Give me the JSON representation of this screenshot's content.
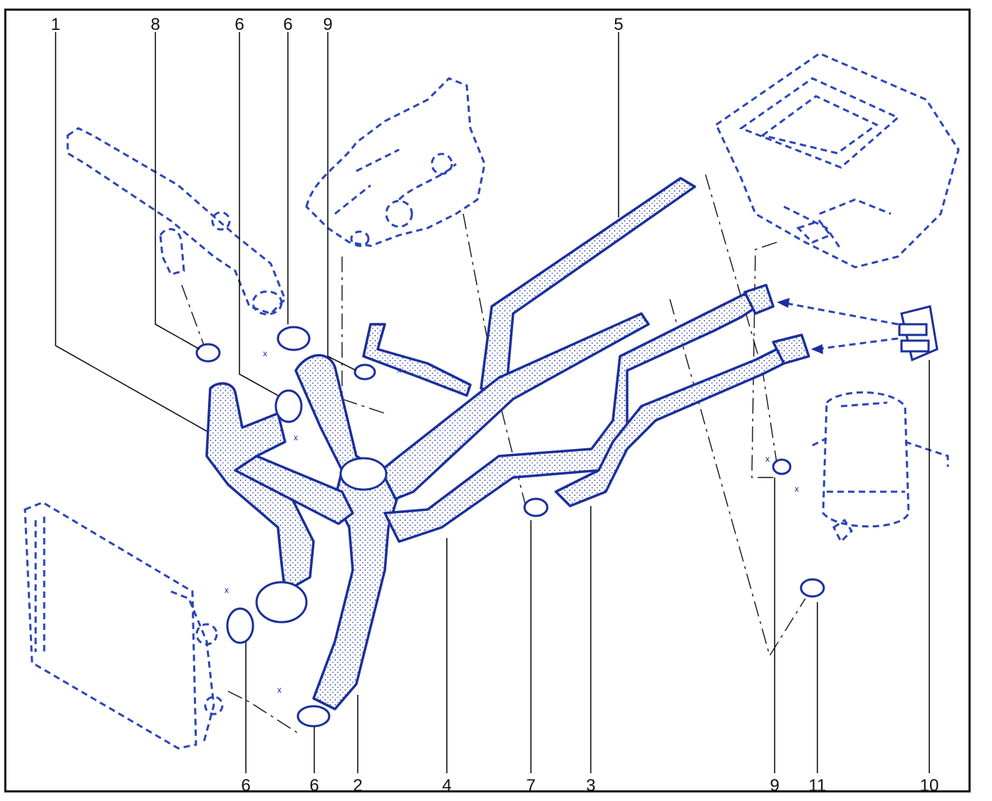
{
  "callouts": [
    {
      "id": "c1",
      "text": "1"
    },
    {
      "id": "c8",
      "text": "8"
    },
    {
      "id": "c6a",
      "text": "6"
    },
    {
      "id": "c6b",
      "text": "6"
    },
    {
      "id": "c9a",
      "text": "9"
    },
    {
      "id": "c5",
      "text": "5"
    },
    {
      "id": "c6c",
      "text": "6"
    },
    {
      "id": "c6d",
      "text": "6"
    },
    {
      "id": "c2",
      "text": "2"
    },
    {
      "id": "c4",
      "text": "4"
    },
    {
      "id": "c7",
      "text": "7"
    },
    {
      "id": "c3",
      "text": "3"
    },
    {
      "id": "c9b",
      "text": "9"
    },
    {
      "id": "c11",
      "text": "11"
    },
    {
      "id": "c10",
      "text": "10"
    }
  ],
  "clamp_marks": {
    "x": "x"
  },
  "colors": {
    "line": "#1a2f9c",
    "dash": "#2a45b8",
    "text": "#111111",
    "background": "#ffffff"
  }
}
